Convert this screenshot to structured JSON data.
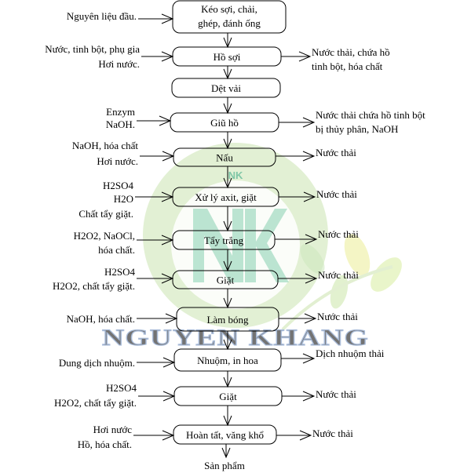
{
  "watermark": {
    "text": "NGUYEN KHANG",
    "monogram": "NK",
    "colors": {
      "circle": "#d9ecc8",
      "monogram": "#a8dcc4",
      "text_red": "#e05a5a",
      "text_blue": "#9fb4d8",
      "leaf": "#f2f0a8"
    }
  },
  "steps": [
    {
      "id": "keo-soi",
      "lines": [
        "Kéo sợi, chải,",
        "ghép, đánh ống"
      ],
      "inputs": [
        "Nguyên liệu đầu."
      ],
      "outputs": []
    },
    {
      "id": "ho-soi",
      "lines": [
        "Hồ sợi"
      ],
      "inputs": [
        "Nước, tinh bột, phụ gia",
        "Hơi nước."
      ],
      "outputs": [
        "Nước thải, chứa hồ",
        "tinh bột, hóa chất"
      ]
    },
    {
      "id": "det-vai",
      "lines": [
        "Dệt vải"
      ],
      "inputs": [],
      "outputs": []
    },
    {
      "id": "giu-ho",
      "lines": [
        "Giũ hồ"
      ],
      "inputs": [
        "Enzym",
        "NaOH."
      ],
      "outputs": [
        "Nước thải chứa hồ tinh bột",
        "bị thủy phân, NaOH"
      ]
    },
    {
      "id": "nau",
      "lines": [
        "Nấu"
      ],
      "inputs": [
        "NaOH, hóa chất",
        "Hơi nước."
      ],
      "outputs": [
        "Nước thải"
      ]
    },
    {
      "id": "xu-ly-axit",
      "lines": [
        "Xử lý axit, giặt"
      ],
      "inputs": [
        "H2SO4",
        "H2O",
        "Chất tẩy giặt."
      ],
      "outputs": [
        "Nước thải"
      ]
    },
    {
      "id": "tay-trang",
      "lines": [
        "Tẩy trắng"
      ],
      "inputs": [
        "H2O2, NaOCl,",
        "hóa chất."
      ],
      "outputs": [
        "Nước thải"
      ]
    },
    {
      "id": "giat-1",
      "lines": [
        "Giặt"
      ],
      "inputs": [
        "H2SO4",
        "H2O2, chất tẩy giặt."
      ],
      "outputs": [
        "Nước thải"
      ]
    },
    {
      "id": "lam-bong",
      "lines": [
        "Làm bóng"
      ],
      "inputs": [
        "NaOH, hóa chất."
      ],
      "outputs": [
        "Nước thải"
      ]
    },
    {
      "id": "nhuom",
      "lines": [
        "Nhuộm, in hoa"
      ],
      "inputs": [
        "Dung dịch nhuộm."
      ],
      "outputs": [
        "Dịch nhuộm thải"
      ]
    },
    {
      "id": "giat-2",
      "lines": [
        "Giặt"
      ],
      "inputs": [
        "H2SO4",
        "H2O2, chất tẩy giặt."
      ],
      "outputs": [
        "Nước thải"
      ]
    },
    {
      "id": "hoan-tat",
      "lines": [
        "Hoàn tất, văng khổ"
      ],
      "inputs": [
        "Hơi nước",
        "Hồ, hóa chất."
      ],
      "outputs": [
        "Nước thải"
      ]
    }
  ],
  "final_product": "Sản phẩm"
}
